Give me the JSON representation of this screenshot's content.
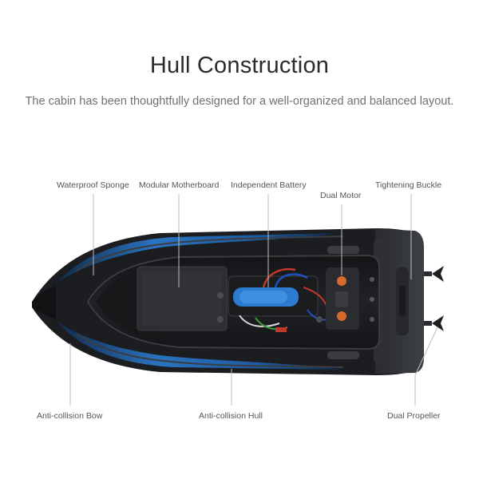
{
  "header": {
    "title": "Hull Construction",
    "subtitle": "The cabin has been thoughtfully designed for a well-organized and balanced layout."
  },
  "callouts": {
    "waterproof_sponge": "Waterproof Sponge",
    "modular_motherboard": "Modular Motherboard",
    "independent_battery": "Independent Battery",
    "dual_motor": "Dual Motor",
    "tightening_buckle": "Tightening Buckle",
    "anti_collision_bow": "Anti-collision Bow",
    "anti_collision_hull": "Anti-collision Hull",
    "dual_propeller": "Dual Propeller"
  },
  "colors": {
    "hull_dark": "#1b1d20",
    "hull_blue": "#1f5fa8",
    "background": "#ffffff",
    "label_text": "#555555"
  }
}
